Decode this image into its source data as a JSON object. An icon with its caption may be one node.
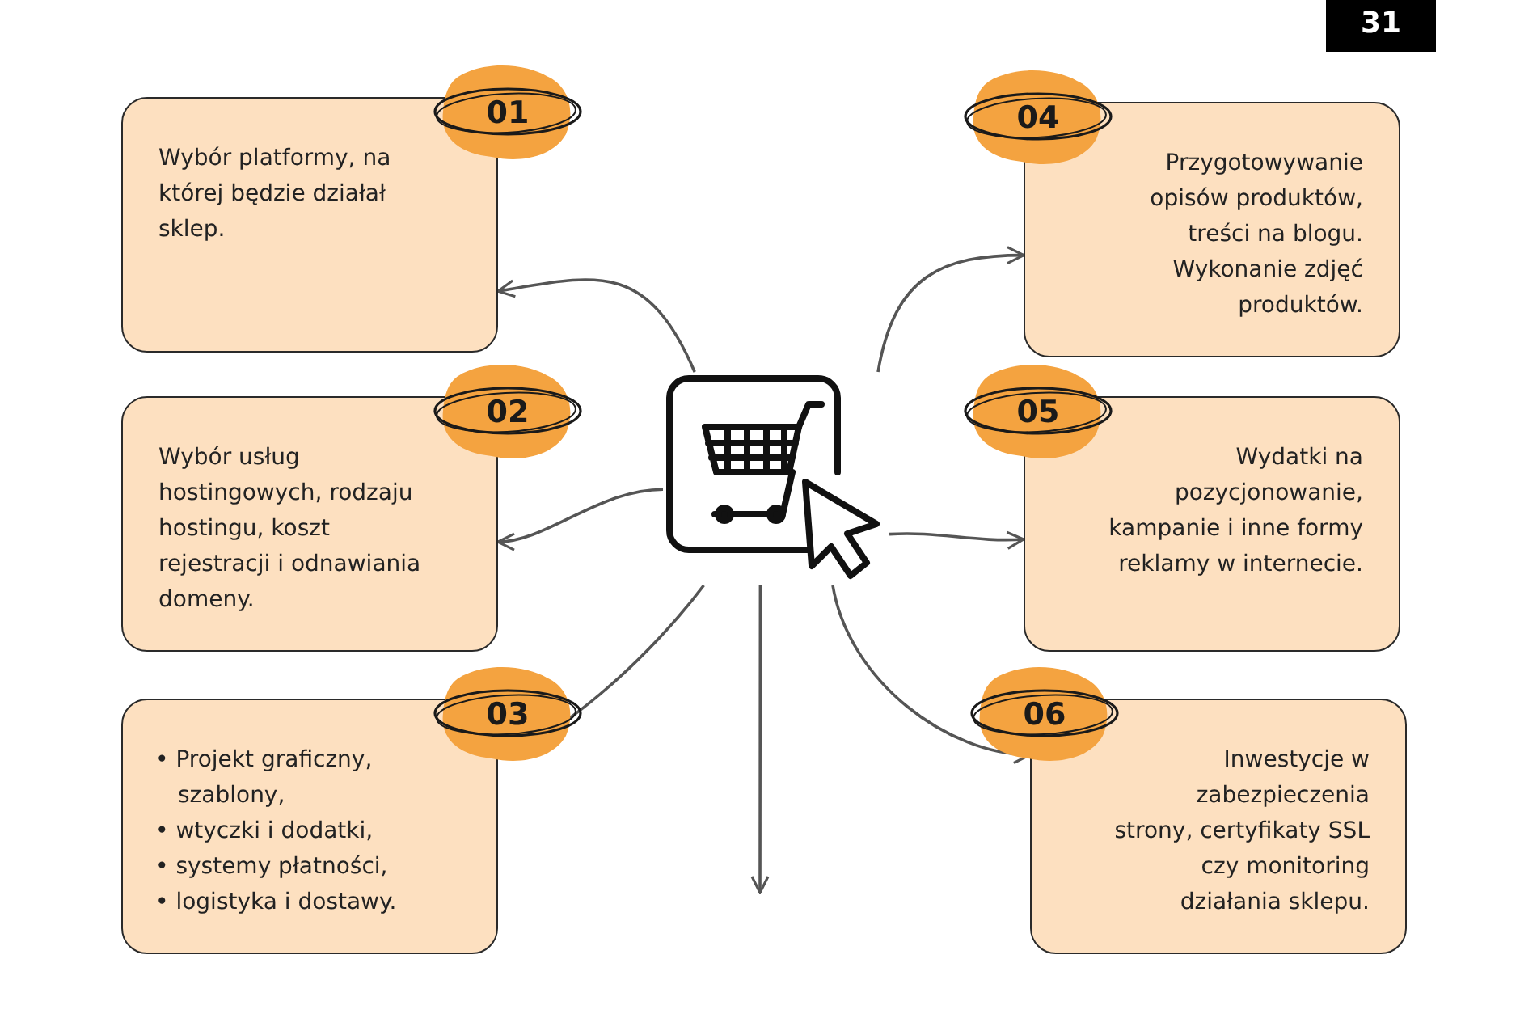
{
  "diagram": {
    "nodes": [
      {
        "text": [],
        "shape": "picture"
      },
      {
        "text": [
          "01",
          "Wybór platformy, na której będzie działał sklep."
        ]
      },
      {
        "text": [
          "02",
          "Wybór usług hostingowych, rodzaju hostingu, koszt rejestracji i odnawiania domeny."
        ]
      },
      {
        "text": [
          "03",
          "• Projekt graficzny, szablony,",
          "• wtyczki i dodatki,",
          "• systemy płatności,",
          "• logistyka i dostawy."
        ]
      },
      {
        "text": [
          "04",
          "Przygotowywanie opisów produktów, treści na blogu. Wykonanie zdjęć produktów."
        ]
      },
      {
        "text": [
          "05",
          "Wydatki na pozycjonowanie, kampanie i inne formy reklamy w internecie."
        ]
      },
      {
        "text": [
          "06",
          "Inwestycje w zabezpieczenia strony, certyfikaty SSL czy monitoring działania sklepu."
        ]
      }
    ],
    "edges": [
      {
        "from": 0,
        "to": 1,
        "arrow": "to"
      },
      {
        "from": 0,
        "to": 2,
        "arrow": "to"
      },
      {
        "from": 0,
        "to": 3,
        "arrow": "to"
      },
      {
        "from": 0,
        "to": 4,
        "arrow": "to"
      },
      {
        "from": 0,
        "to": 5,
        "arrow": "to"
      },
      {
        "from": 0,
        "to": 6,
        "arrow": "to"
      },
      {
        "from": 0,
        "to": null,
        "arrow": "to"
      }
    ],
    "labels": [
      "31"
    ]
  }
}
